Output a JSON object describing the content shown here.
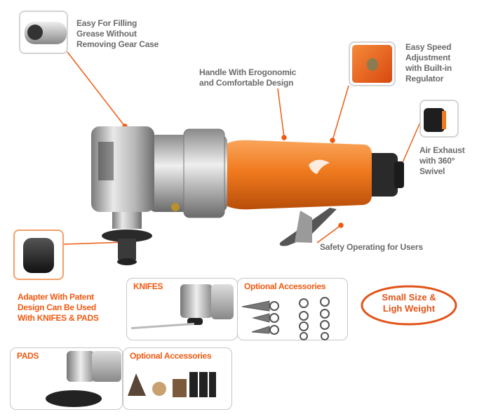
{
  "callouts": {
    "grease": [
      "Easy For Filling",
      "Grease Without",
      "Removing Gear Case"
    ],
    "handle": [
      "Handle With Erogonomic",
      "and Comfortable Design"
    ],
    "speed": [
      "Easy Speed",
      "Adjustment",
      "with Built-in",
      "Regulator"
    ],
    "exhaust": [
      "Air Exhaust",
      "with 360°",
      "Swivel"
    ],
    "safety": "Safety Operating for Users",
    "adapter": [
      "Adapter With Patent",
      "Design Can Be Used",
      "With KNIFES & PADS"
    ]
  },
  "panels": {
    "knifes": {
      "title": "KNIFES"
    },
    "knifes_accessories": {
      "title": "Optional Accessories"
    },
    "pads": {
      "title": "PADS"
    },
    "pads_accessories": {
      "title": "Optional Accessories"
    }
  },
  "badge": [
    "Small Size &",
    "Ligh Weight"
  ],
  "colors": {
    "accent": "#ef5a12",
    "text_gray": "#6b6b6b",
    "tool_orange": "#f07a1e"
  }
}
